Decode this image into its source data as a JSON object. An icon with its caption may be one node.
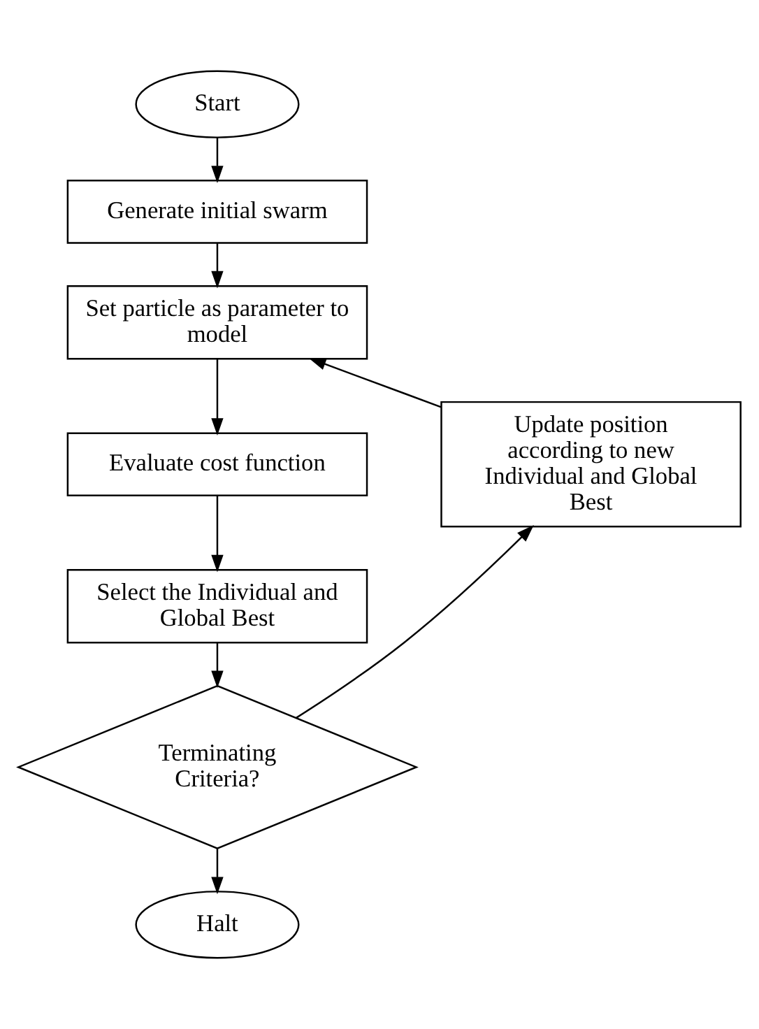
{
  "diagram": {
    "nodes": [
      {
        "text": [
          "Start"
        ]
      },
      {
        "text": [
          "Generate initial swarm"
        ]
      },
      {
        "text": [
          "Set particle as parameter to model"
        ]
      },
      {
        "text": [
          "Evaluate cost function"
        ]
      },
      {
        "text": [
          "Select the Individual and Global Best"
        ]
      },
      {
        "text": [
          "Terminating Criteria?"
        ]
      },
      {
        "text": [
          "Halt"
        ]
      },
      {
        "text": [
          "Update position according to new Individual and Global Best"
        ]
      }
    ],
    "edges": [
      {
        "from": 0,
        "to": 1,
        "arrow": "to"
      },
      {
        "from": 1,
        "to": 2,
        "arrow": "to"
      },
      {
        "from": 2,
        "to": 3,
        "arrow": "to"
      },
      {
        "from": 3,
        "to": 4,
        "arrow": "to"
      },
      {
        "from": 4,
        "to": 5,
        "arrow": "to"
      },
      {
        "from": 5,
        "to": 6,
        "arrow": "to"
      },
      {
        "from": 5,
        "to": 7,
        "arrow": "to"
      },
      {
        "from": 7,
        "to": 2,
        "arrow": "to"
      }
    ]
  }
}
